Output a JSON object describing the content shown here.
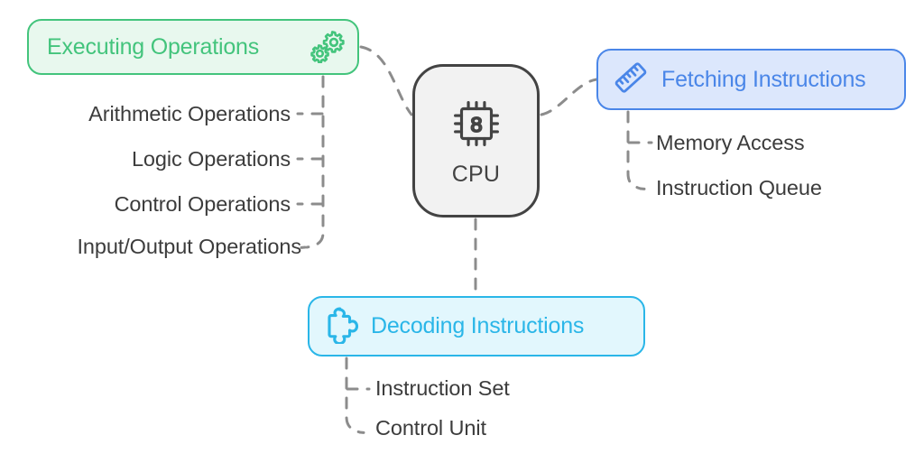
{
  "diagram": {
    "type": "mind-map",
    "title": "CPU",
    "background": "#ffffff",
    "center": {
      "id": "cpu",
      "label": "CPU",
      "icon": "cpu-chip-icon",
      "chip_digit": "8",
      "fill": "#f2f2f2",
      "stroke": "#434343"
    },
    "branches": [
      {
        "id": "executing",
        "label": "Executing Operations",
        "icon": "gears-icon",
        "color": "#43c47c",
        "fill": "#e8f8ee",
        "position": "top-left",
        "children": [
          "Arithmetic Operations",
          "Logic Operations",
          "Control Operations",
          "Input/Output Operations"
        ]
      },
      {
        "id": "fetching",
        "label": "Fetching Instructions",
        "icon": "ruler-icon",
        "color": "#4a86e8",
        "fill": "#dce7fc",
        "position": "top-right",
        "children": [
          "Memory Access",
          "Instruction Queue"
        ]
      },
      {
        "id": "decoding",
        "label": "Decoding Instructions",
        "icon": "puzzle-piece-icon",
        "color": "#2ab6e8",
        "fill": "#e2f7fd",
        "position": "bottom-center",
        "children": [
          "Instruction Set",
          "Control Unit"
        ]
      }
    ],
    "connector": {
      "style": "dashed",
      "color": "#8c8c8c",
      "leaf_text_color": "#3c3c3c"
    }
  }
}
